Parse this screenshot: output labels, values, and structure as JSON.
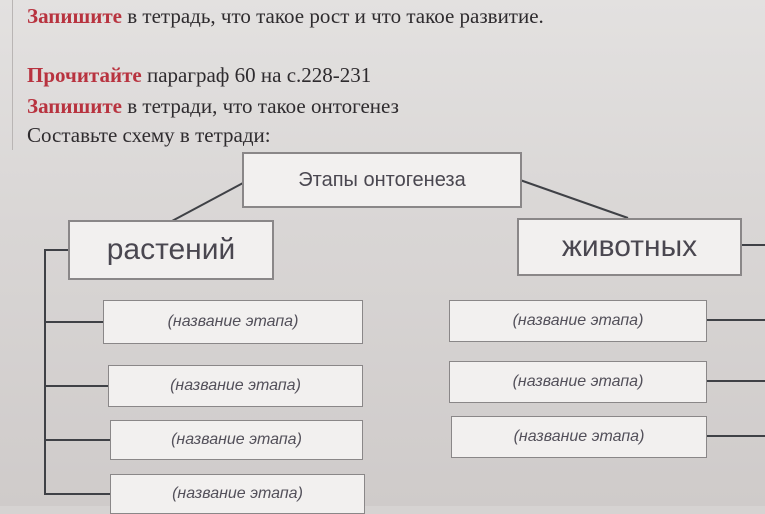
{
  "instructions": {
    "line1": {
      "verb": "Запишите",
      "rest": " в тетрадь, что такое рост и что такое развитие."
    },
    "line2": {
      "verb": "Прочитайте",
      "rest": " параграф 60 на с.228-231"
    },
    "line3": {
      "verb": "Запишите",
      "rest": " в тетради, что такое онтогенез"
    },
    "line4": "Составьте схему в тетради:"
  },
  "diagram": {
    "root": "Этапы онтогенеза",
    "left_category": "растений",
    "right_category": "животных",
    "left_stages": [
      "(название этапа)",
      "(название этапа)",
      "(название этапа)",
      "(название этапа)"
    ],
    "right_stages": [
      "(название этапа)",
      "(название этапа)",
      "(название этапа)"
    ]
  },
  "colors": {
    "emphasis": "#b8333f",
    "text": "#2e2b2e",
    "box_border": "#8a8788",
    "connector": "#3f4146"
  }
}
